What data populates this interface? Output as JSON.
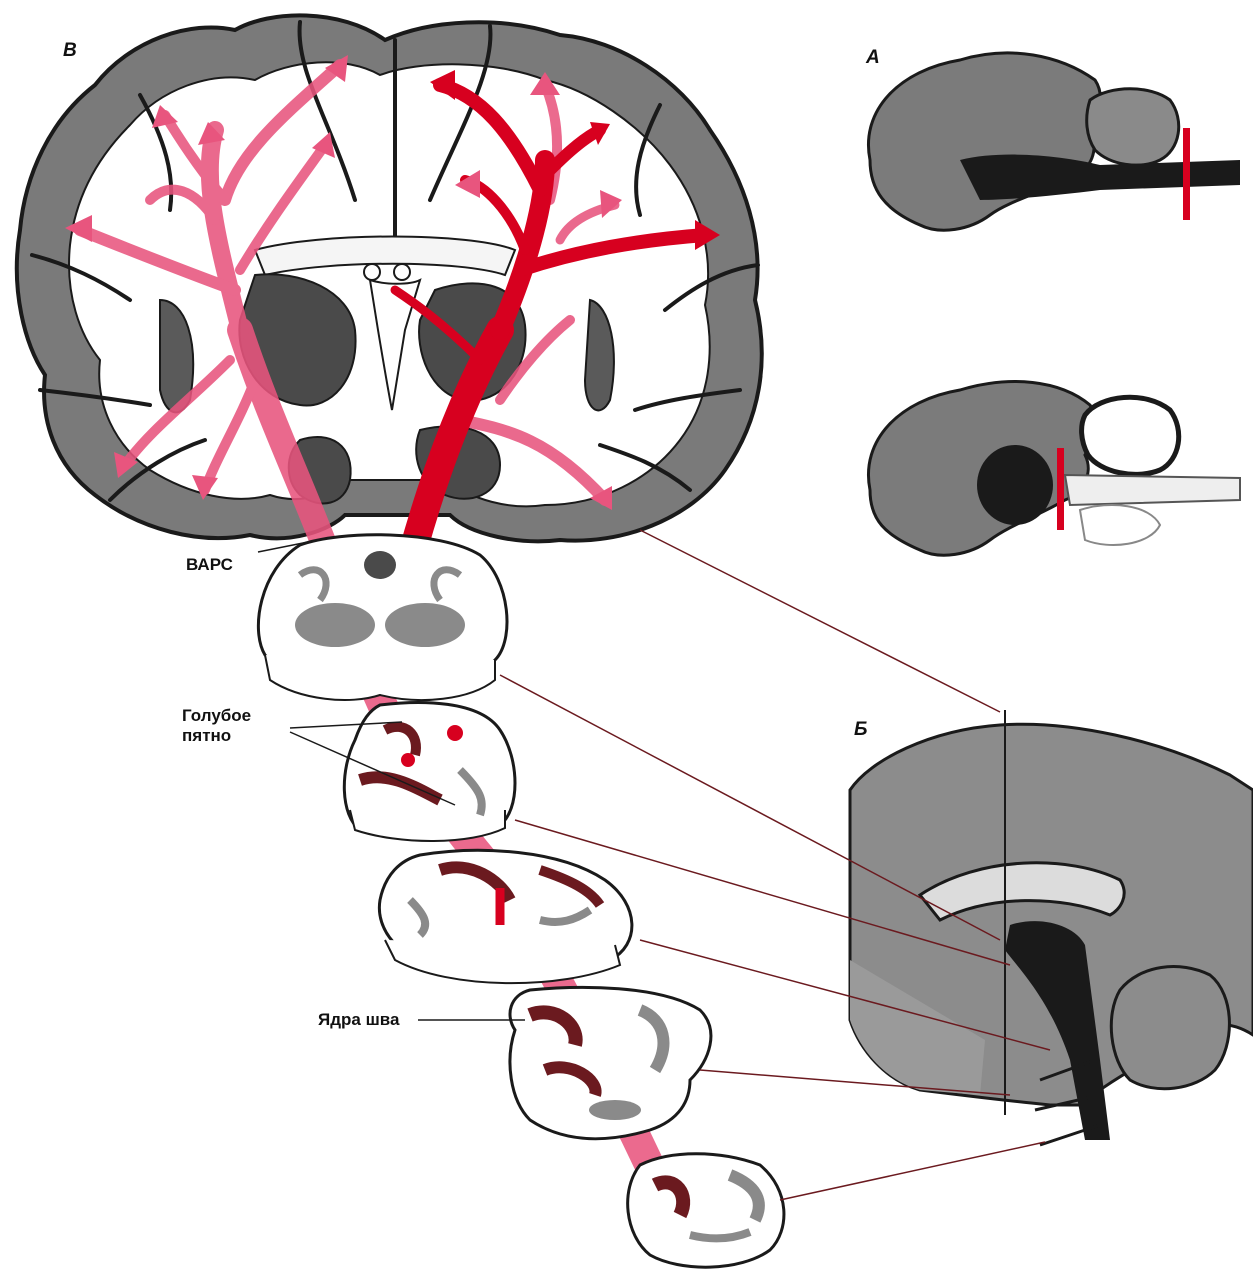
{
  "panels": {
    "coronal": "В",
    "sagittal_small": "А",
    "sagittal_large": "Б"
  },
  "annotations": {
    "vars": "ВАРС",
    "locus_line1": "Голубое",
    "locus_line2": "пятно",
    "raphe": "Ядра шва"
  },
  "colors": {
    "pathway_light": "#e8557e",
    "pathway_dark": "#d7001f",
    "gray_matter": "#7b7b7b",
    "nucleus_dark": "#6b1a1f",
    "outline": "#1a1a1a"
  }
}
